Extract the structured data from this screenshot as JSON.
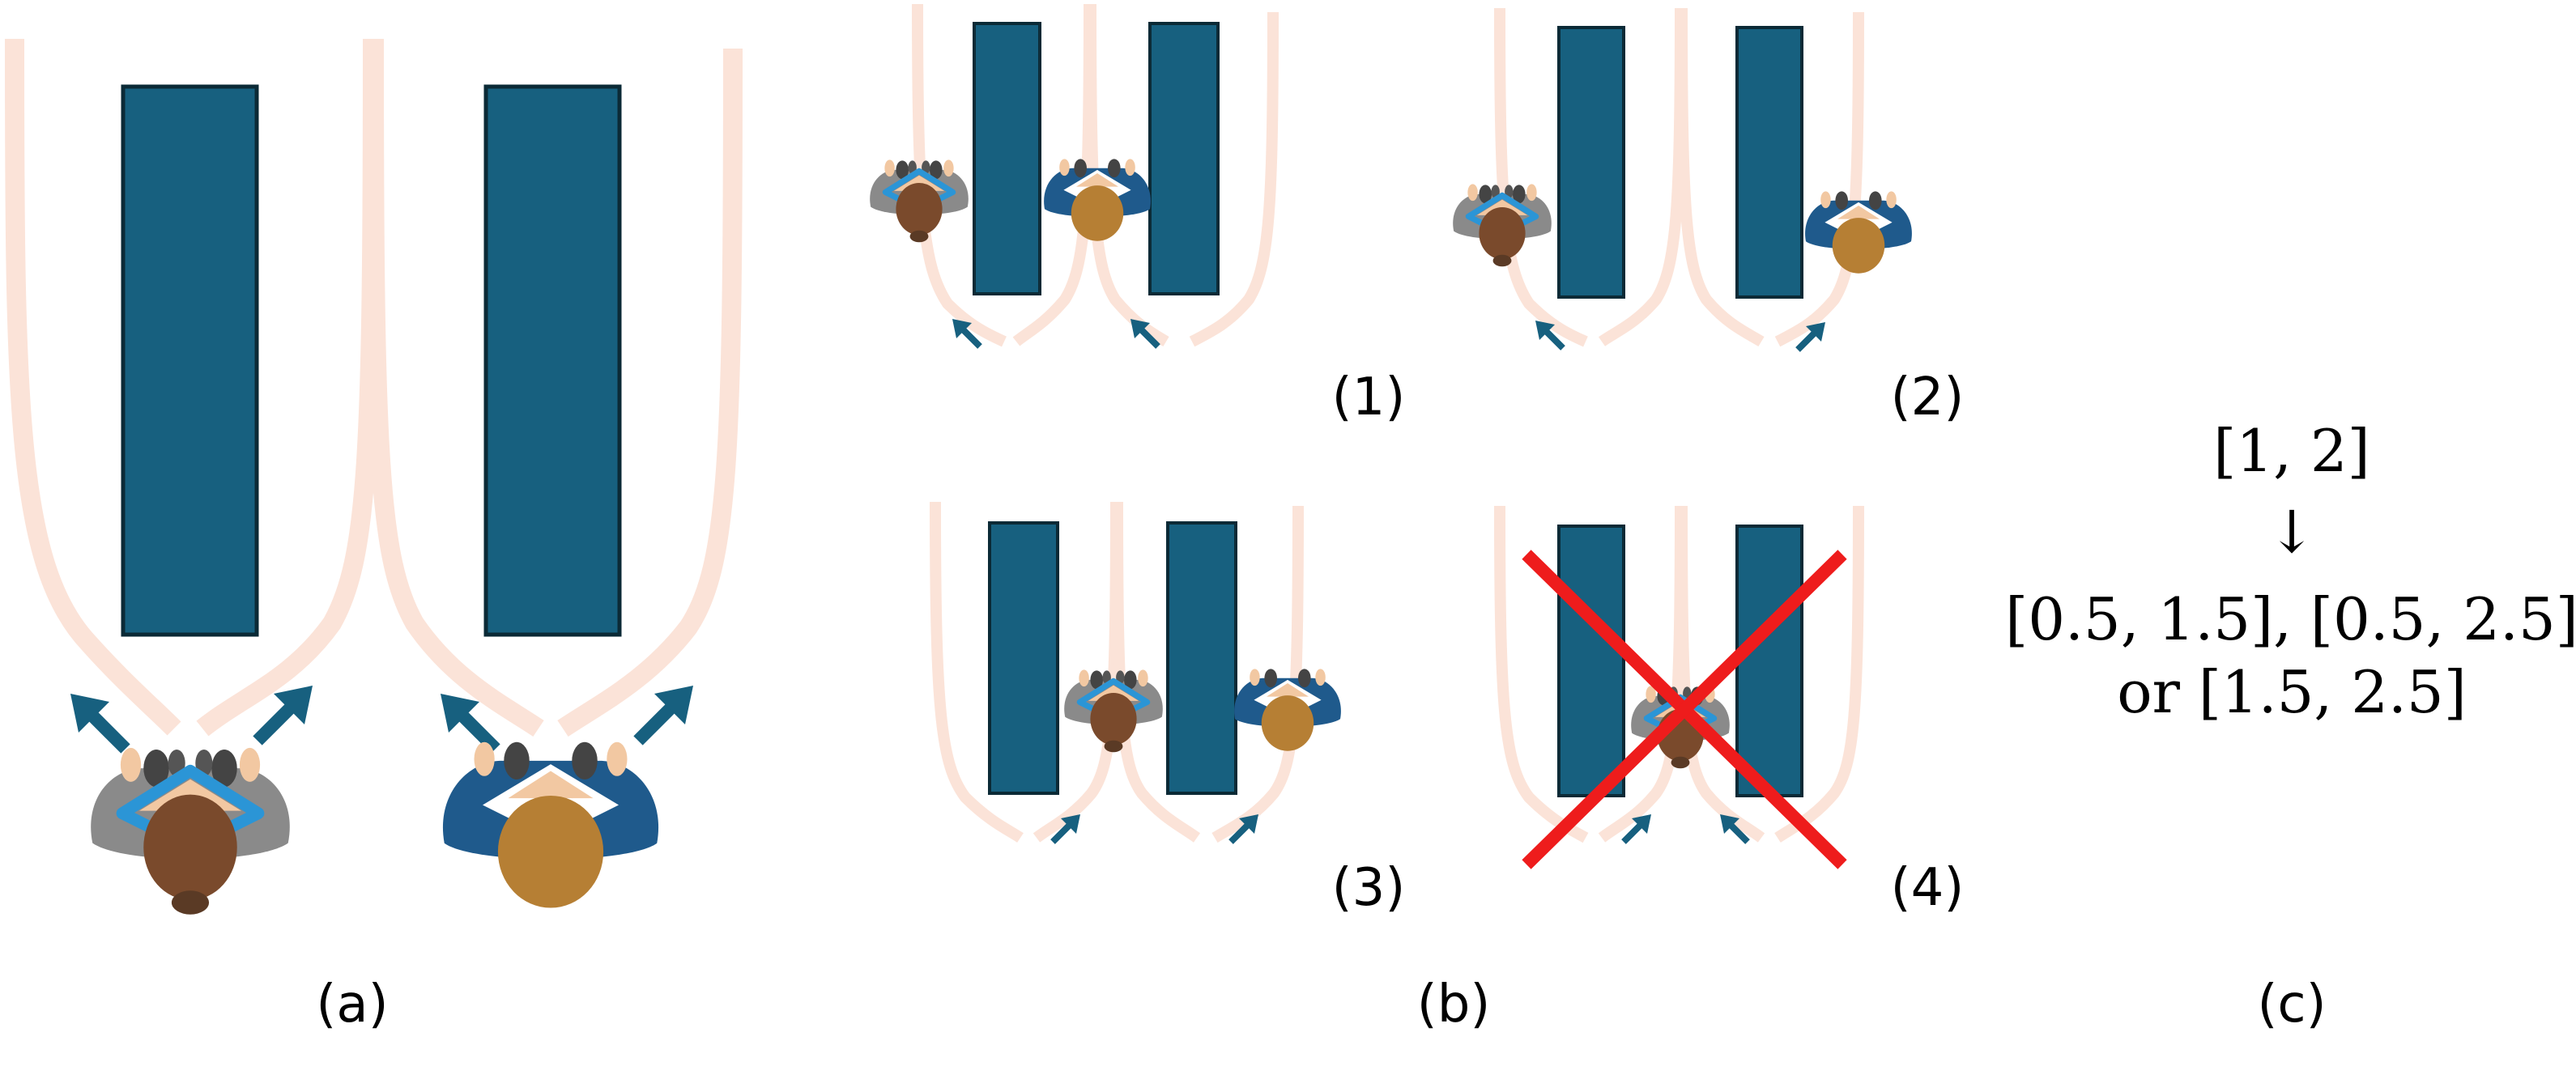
{
  "colors": {
    "block": "#17607f",
    "block_stroke": "#0b2a36",
    "path": "#fbe3d8",
    "arrow": "#17607f",
    "cross": "#ee1c1c",
    "gray_coat": "#8a8a8a",
    "blue_coat": "#1f5a8c",
    "collar": "#2b95d6",
    "hair_brown": "#7a4a2c",
    "hair_tan": "#b67f34",
    "skin": "#f2c8a2"
  },
  "labels": {
    "a": "(a)",
    "b": "(b)",
    "c": "(c)",
    "b1": "(1)",
    "b2": "(2)",
    "b3": "(3)",
    "b4": "(4)"
  },
  "panel_c": {
    "line1": "[1, 2]",
    "arrow": "↓",
    "line2": "[0.5, 1.5], [0.5, 2.5]",
    "line3": "or [1.5, 2.5]"
  },
  "icons": [
    "person-gray-icon",
    "person-blue-icon",
    "arrow-icon",
    "cross-icon"
  ]
}
